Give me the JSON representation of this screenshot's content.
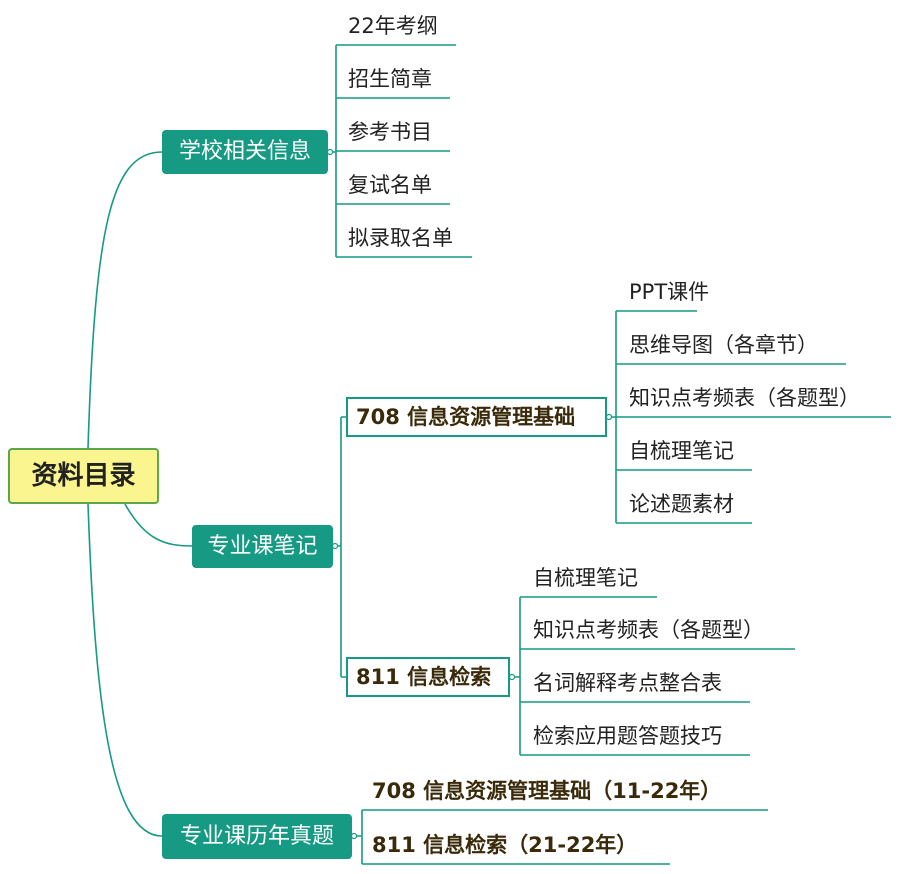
{
  "root": {
    "label": "资料目录"
  },
  "categories": [
    {
      "label": "学校相关信息",
      "items": [
        "22年考纲",
        "招生简章",
        "参考书目",
        "复试名单",
        "拟录取名单"
      ]
    },
    {
      "label": "专业课笔记",
      "subgroups": [
        {
          "label": "708 信息资源管理基础",
          "items": [
            "PPT课件",
            "思维导图（各章节）",
            "知识点考频表（各题型）",
            "自梳理笔记",
            "论述题素材"
          ]
        },
        {
          "label": "811 信息检索",
          "items": [
            "自梳理笔记",
            "知识点考频表（各题型）",
            "名词解释考点整合表",
            "检索应用题答题技巧"
          ]
        }
      ]
    },
    {
      "label": "专业课历年真题",
      "items": [
        "708 信息资源管理基础（11-22年）",
        "811 信息检索（21-22年）"
      ]
    }
  ],
  "colors": {
    "branch": "#169a84",
    "root_fill": "#fbf58f",
    "root_border": "#5aa84a",
    "leaf_text": "#222222",
    "sub_text": "#3a2a0a"
  }
}
